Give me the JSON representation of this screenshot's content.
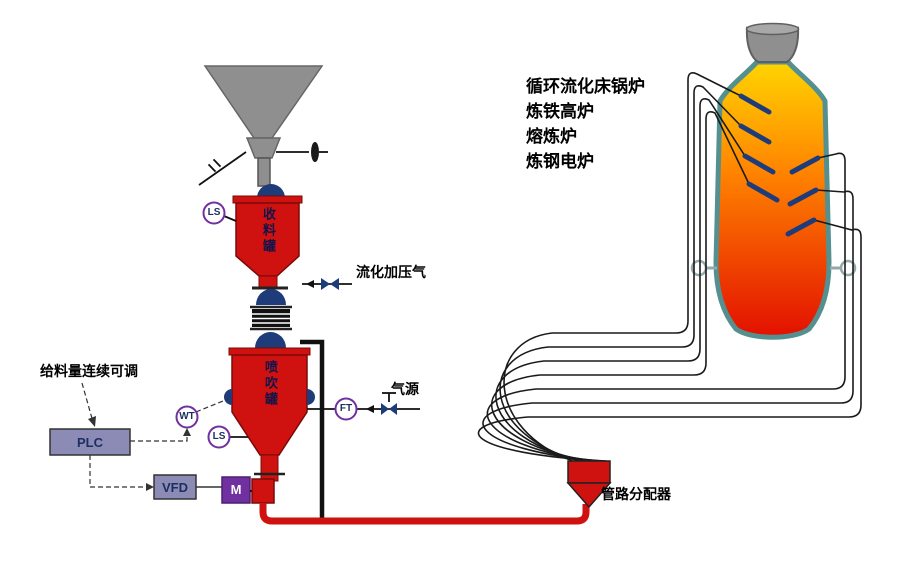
{
  "labels": {
    "receiving_tank": "收料罐",
    "injection_tank": "喷吹罐",
    "fluidizing_gas": "流化加压气",
    "gas_source": "气源",
    "feed_note": "给料量连续可调",
    "distributor": "管路分配器"
  },
  "instruments": {
    "level_switch_top": "LS",
    "level_switch_bottom": "LS",
    "weight_transmitter": "WT",
    "flow_transmitter": "FT"
  },
  "control": {
    "plc": "PLC",
    "vfd": "VFD",
    "motor": "M"
  },
  "furnace_applications": [
    "循环流化床锅炉",
    "炼铁高炉",
    "熔炼炉",
    "炼钢电炉"
  ],
  "colors": {
    "vessel_red": "#cf1210",
    "valve_navy": "#1f3c7a",
    "motor_purple": "#7030a0",
    "controller_fill": "#8b8bb5",
    "hopper_gray": "#8f8f8f",
    "furnace_shell_teal": "#559090",
    "flame_top_yellow": "#ffd400",
    "flame_mid_orange": "#ff8400",
    "flame_bottom_red": "#e31000",
    "instrument_ring": "#7030a0"
  }
}
